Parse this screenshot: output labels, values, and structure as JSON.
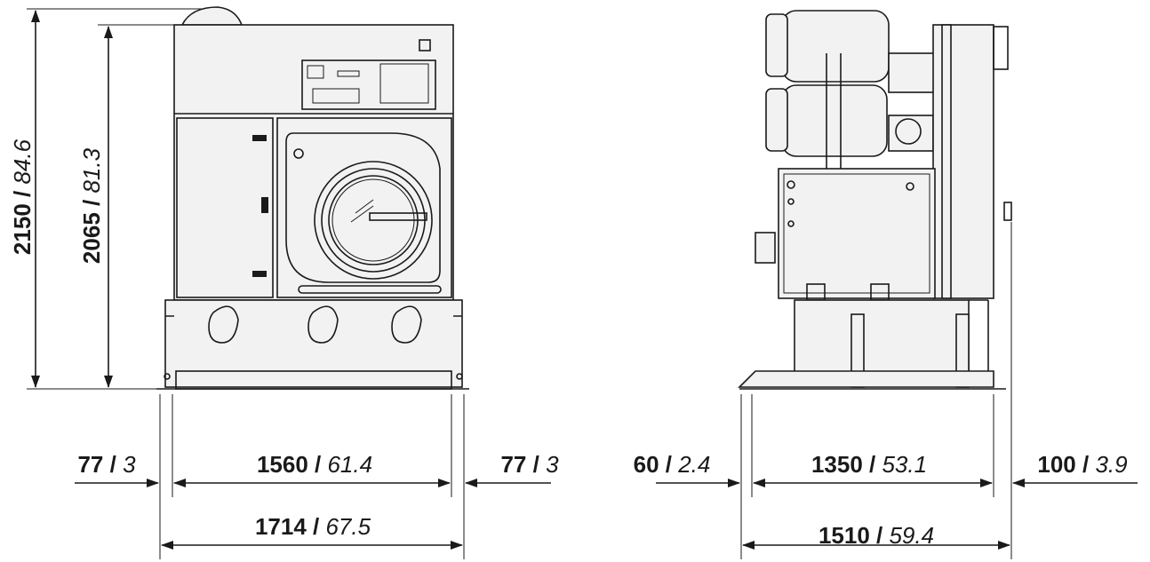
{
  "dimensions": {
    "total_height": {
      "mm": "2150",
      "in": "84.6"
    },
    "body_height": {
      "mm": "2065",
      "in": "81.3"
    },
    "front_left": {
      "mm": "77",
      "in": "3"
    },
    "front_width": {
      "mm": "1560",
      "in": "61.4"
    },
    "front_right": {
      "mm": "77",
      "in": "3"
    },
    "front_overall": {
      "mm": "1714",
      "in": "67.5"
    },
    "side_left": {
      "mm": "60",
      "in": "2.4"
    },
    "side_width": {
      "mm": "1350",
      "in": "53.1"
    },
    "side_right": {
      "mm": "100",
      "in": "3.9"
    },
    "side_overall": {
      "mm": "1510",
      "in": "59.4"
    }
  },
  "separator": " / "
}
